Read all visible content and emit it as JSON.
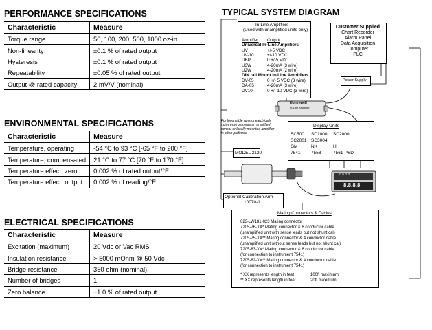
{
  "performance": {
    "title": "PERFORMANCE SPECIFICATIONS",
    "headers": [
      "Characteristic",
      "Measure"
    ],
    "rows": [
      [
        "Torque range",
        "50, 100, 200, 500, 1000 oz-in"
      ],
      [
        "Non-linearity",
        "±0.1 % of rated output"
      ],
      [
        "Hysteresis",
        "±0.1 % of rated output"
      ],
      [
        "Repeatability",
        "±0.05 % of rated output"
      ],
      [
        "Output @ rated capacity",
        "2 mV/V (nominal)"
      ]
    ]
  },
  "environmental": {
    "title": "ENVIRONMENTAL SPECIFICATIONS",
    "headers": [
      "Characteristic",
      "Measure"
    ],
    "rows": [
      [
        "Temperature, operating",
        "-54 °C to 93 °C [-65 °F to 200 °F]"
      ],
      [
        "Temperature, compensated",
        "21 °C to 77 °C [70 °F to 170 °F]"
      ],
      [
        "Temperature effect, zero",
        "0.002 % of rated output/°F"
      ],
      [
        "Temperature effect, output",
        "0.002 % of reading/°F"
      ]
    ]
  },
  "electrical": {
    "title": "ELECTRICAL SPECIFICATIONS",
    "headers": [
      "Characteristic",
      "Measure"
    ],
    "rows": [
      [
        "Excitation (maximum)",
        "20 Vdc or Vac RMS"
      ],
      [
        "Insulation resistance",
        "> 5000 mOhm @ 50 Vdc"
      ],
      [
        "Bridge resistance",
        "350 ohm (nominal)"
      ],
      [
        "Number of bridges",
        "1"
      ],
      [
        "Zero balance",
        "±1.0 % of rated output"
      ]
    ]
  },
  "diagram": {
    "title": "TYPICAL SYSTEM DIAGRAM",
    "inline_amp": {
      "heading1": "In-Line Amplifiers",
      "heading2": "(Used with unamplified units only)",
      "col1": "Amplifier",
      "col2": "Output",
      "section1": "Universal In-Line Amplifiers",
      "rows1": [
        [
          "UV",
          "+/-5 VDC"
        ],
        [
          "UV-10",
          "+/-10 VDC"
        ],
        [
          "UBP",
          "0 +/-5 VDC"
        ],
        [
          "U3W",
          "4-20mA (3 wire)"
        ],
        [
          "U2W",
          "4-20mA (2 wire)"
        ]
      ],
      "section2": "DIN rail Mount In-Line Amplifiers",
      "rows2": [
        [
          "DV-05",
          "0 +/- 5 VDC (3 wire)"
        ],
        [
          "DA-05",
          "4-20mA (3 wire)"
        ],
        [
          "DV10",
          "0 +/- 10 VDC (3 wire)"
        ]
      ]
    },
    "customer": {
      "lines": [
        "Customer Supplied",
        "Chart Recorder",
        "Alarm Panel",
        "Data Acquisition",
        "Computer",
        "PLC"
      ]
    },
    "power_supply": "Power Supply",
    "amp_brand": "Honeywell",
    "amp_sub": "In-Line Amplifier",
    "note": [
      "For long cable runs or electrically",
      "noisy environments an amplified",
      "sensor or locally mounted amplifier",
      "is often preferred"
    ],
    "display": {
      "title": "Display Units",
      "rows": [
        [
          "SC500",
          "SC1000",
          "SC2000"
        ],
        [
          "SC2001",
          "SC3004",
          ""
        ],
        [
          "GM",
          "NK",
          "HH"
        ],
        [
          "7541",
          "7558",
          "7561-PSD"
        ]
      ],
      "readout": "8.8.8.8"
    },
    "model_label": "MODEL 2120",
    "calib_label": "Optional Calibration Arm",
    "calib_part": "10070-1",
    "mating": {
      "title": "Mating Connectors & Cables",
      "lines": [
        "023-LW181-023  Mating connector",
        "7205-76-XX*  Mating connector & 6 conductor cable",
        "          (unamplified unit with sense leads but not shunt cal)",
        "7205-75-XX**  Mating connector & 4 conductor cable",
        "          (unamplified unit without sense leads but not shunt cal)",
        "7205-83-XX*  Mating connector & 6 conductor cable",
        "          (for connection to instrument 7541)",
        "7205-82-XX**  Mating connector & 4 conductor cable",
        "          (for connection to instrument 7541)"
      ],
      "notes": [
        [
          "*  XX represents length in feet",
          "100ft maximum"
        ],
        [
          "** XX represents length in feet",
          "20ft maximum"
        ]
      ]
    }
  }
}
